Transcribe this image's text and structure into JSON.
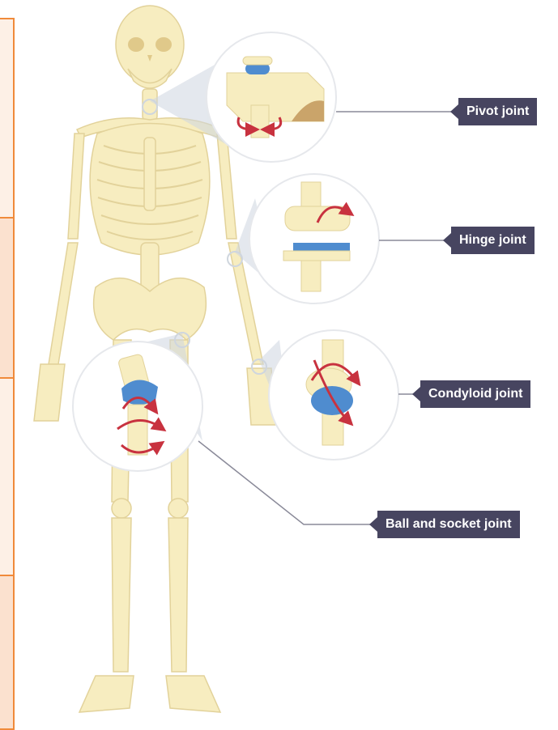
{
  "labels": {
    "pivot": "Pivot joint",
    "hinge": "Hinge joint",
    "condyloid": "Condyloid joint",
    "ball_socket": "Ball and socket joint"
  },
  "colors": {
    "bone": "#f7edc0",
    "bone_stroke": "#e2d29a",
    "cartilage": "#4f8ccf",
    "arrow": "#c8323f",
    "label_bg": "#474560",
    "panel_border": "#f08a3a"
  },
  "icons": {
    "rotation": "curved-arrow-icon"
  }
}
